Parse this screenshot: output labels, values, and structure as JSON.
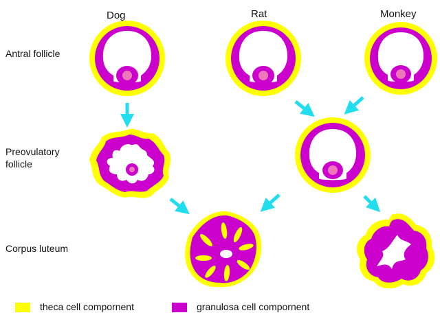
{
  "columns": [
    "Dog",
    "Rat",
    "Monkey"
  ],
  "stages": {
    "antral": "Antral follicle",
    "preovulatory": [
      "Preovulatory",
      "follicle"
    ],
    "corpus": "Corpus luteum"
  },
  "legend": [
    {
      "label": "theca cell compornent",
      "color": "#ffff00"
    },
    {
      "label": "granulosa cell compornent",
      "color": "#cc00cc"
    }
  ],
  "colors": {
    "theca": "#ffff00",
    "granulosa": "#cc00cc",
    "oocyte": "#ee77bb",
    "cavity": "#ffffff",
    "arrow": "#22ddee"
  }
}
